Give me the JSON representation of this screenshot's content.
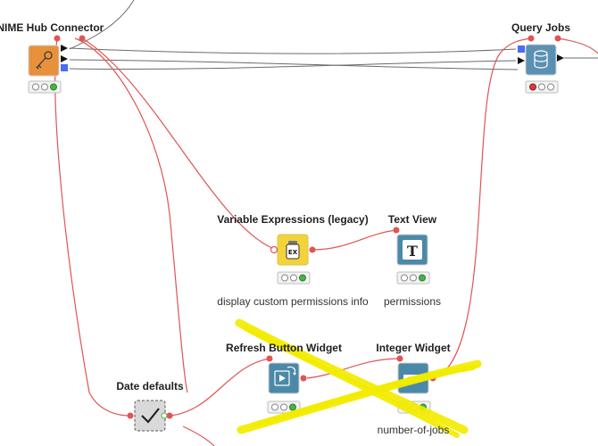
{
  "nodes": {
    "hub_connector": {
      "title": "KNIME Hub Connector",
      "icon": "key-icon",
      "color": "#e8913c",
      "status": "green"
    },
    "query_jobs": {
      "title": "Query Jobs",
      "icon": "database-icon",
      "color": "#5a91b3",
      "status": "red"
    },
    "variable_expressions": {
      "title": "Variable Expressions (legacy)",
      "label": "display custom permissions info",
      "icon": "ex-icon",
      "color": "#f2d33a",
      "status": "green"
    },
    "text_view": {
      "title": "Text View",
      "label": "permissions",
      "icon": "text-t-icon",
      "color": "#4b89a8",
      "status": "green"
    },
    "refresh_button": {
      "title": "Refresh Button Widget",
      "icon": "refresh-icon",
      "color": "#4b89a8",
      "status": "green"
    },
    "integer_widget": {
      "title": "Integer Widget",
      "label": "number-of-jobs",
      "icon": "integer-input-icon",
      "color": "#4b89a8",
      "status": "green"
    },
    "date_defaults": {
      "title": "Date defaults",
      "icon": "check-icon",
      "color": "#d9d9d9",
      "status": "none"
    }
  },
  "colors": {
    "flow_variable_line": "#e05454",
    "data_line": "#5f5f5f",
    "highlight_scribble": "#f2ec00"
  }
}
